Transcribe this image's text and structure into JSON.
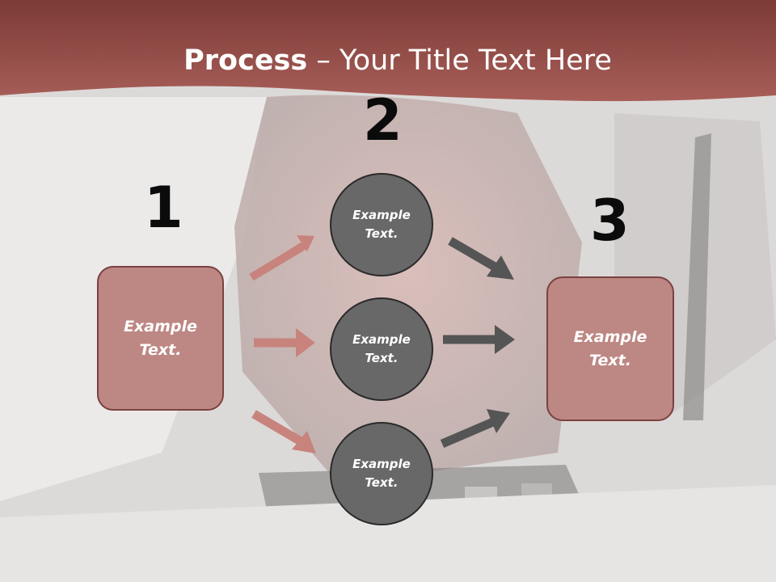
{
  "slide": {
    "title_bold": "Process",
    "title_rest": " – Your Title Text Here"
  },
  "steps": {
    "n1": "1",
    "n2": "2",
    "n3": "3"
  },
  "left_box": {
    "line1": "Example",
    "line2": "Text."
  },
  "right_box": {
    "line1": "Example",
    "line2": "Text."
  },
  "circles": [
    {
      "line1": "Example",
      "line2": "Text."
    },
    {
      "line1": "Example",
      "line2": "Text."
    },
    {
      "line1": "Example",
      "line2": "Text."
    }
  ],
  "colors": {
    "banner": "#9e5652",
    "box_fill": "#bd8783",
    "circle_fill": "#686868",
    "arrow_left": "#c8837d",
    "arrow_right": "#555555"
  }
}
